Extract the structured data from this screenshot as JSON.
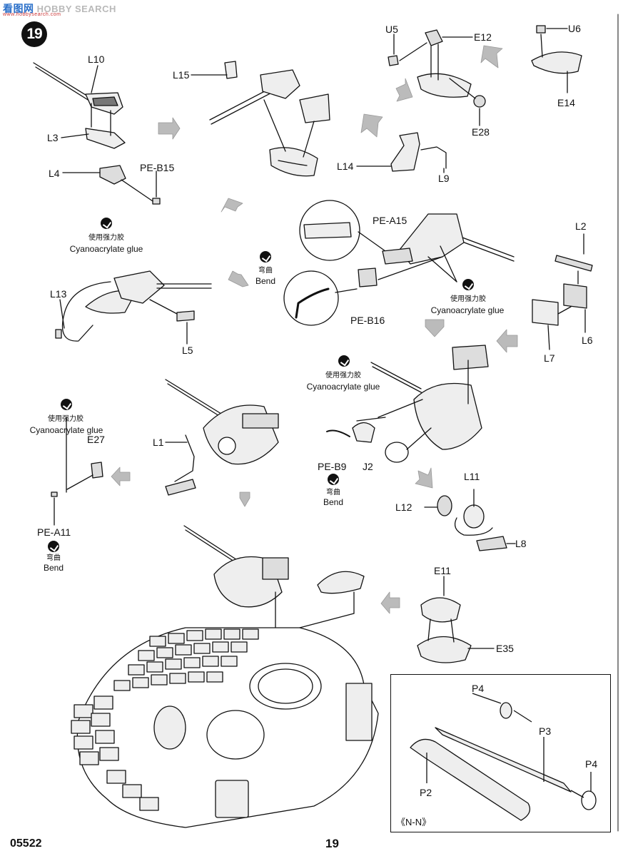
{
  "header": {
    "watermark_cn": "看图网",
    "watermark_en": "HOBBY SEARCH",
    "watermark_url": "www.hobbysearch.com",
    "step_number": "19"
  },
  "callouts": {
    "glue_cn": "使用强力胶",
    "glue_en": "Cyanoacrylate glue",
    "bend_cn": "弯曲",
    "bend_en": "Bend"
  },
  "part_labels": {
    "L10": "L10",
    "L3": "L3",
    "L4": "L4",
    "PE_B15": "PE-B15",
    "L15": "L15",
    "U5": "U5",
    "E12": "E12",
    "E28": "E28",
    "U6": "U6",
    "E14": "E14",
    "L14": "L14",
    "L9": "L9",
    "PE_A15": "PE-A15",
    "PE_B16": "PE-B16",
    "L2": "L2",
    "L6": "L6",
    "L7": "L7",
    "L13": "L13",
    "L5": "L5",
    "L1": "L1",
    "E27": "E27",
    "PE_A11": "PE-A11",
    "PE_B9": "PE-B9",
    "J2": "J2",
    "L11": "L11",
    "L12": "L12",
    "L8": "L8",
    "E11": "E11",
    "E35": "E35",
    "P4_top": "P4",
    "P3": "P3",
    "P4_right": "P4",
    "P2": "P2"
  },
  "inset": {
    "title": "《N-N》"
  },
  "footer": {
    "catalog_number": "05522",
    "page_number": "19"
  }
}
